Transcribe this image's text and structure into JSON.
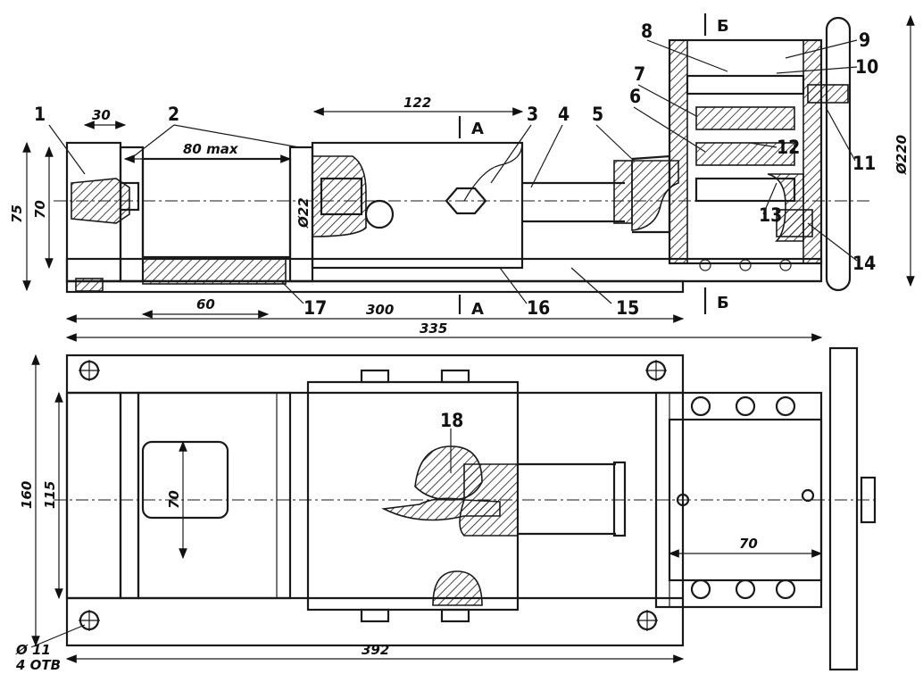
{
  "part_labels": [
    "1",
    "2",
    "3",
    "4",
    "5",
    "6",
    "7",
    "8",
    "9",
    "10",
    "11",
    "12",
    "13",
    "14",
    "15",
    "16",
    "17",
    "18"
  ],
  "section_marks": {
    "a1": "А",
    "a2": "А",
    "b1": "Б",
    "b2": "Б"
  },
  "dims": {
    "d30": "30",
    "d80": "80 max",
    "d122": "122",
    "d75": "75",
    "d70v": "70",
    "d22": "Ø22",
    "d60": "60",
    "d300": "300",
    "d335": "335",
    "d220": "Ø220",
    "d160": "160",
    "d115": "115",
    "d70b": "70",
    "d70h": "70",
    "d392": "392",
    "d11": "Ø 11",
    "d4otb": "4 ОТВ"
  }
}
